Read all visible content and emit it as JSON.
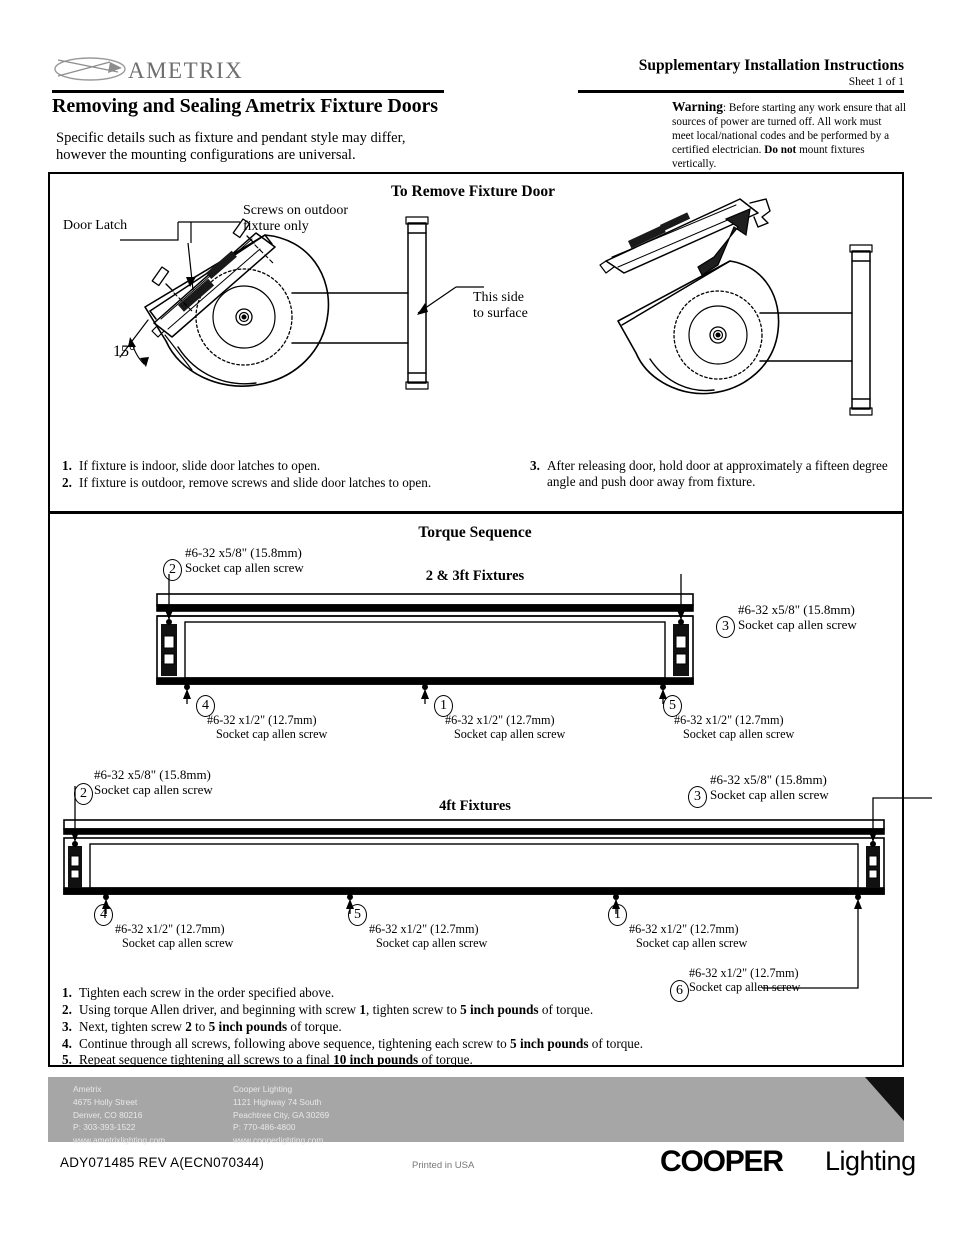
{
  "brand": {
    "logo_text": "AMETRIX",
    "logo_icon": "ametrix-swoosh-logo"
  },
  "header": {
    "doc_title": "Removing and Sealing Ametrix Fixture Doors",
    "intro_line1": "Specific details such as fixture and pendant style may differ,",
    "intro_line2": "however the mounting configurations are universal.",
    "supplementary_title": "Supplementary Installation Instructions",
    "sheet_label": "Sheet 1 of 1",
    "warning_word": "Warning",
    "warning_text": ": Before starting any work ensure that all sources of power are turned off.  All work must meet local/national codes and be performed by a certified electrician. ",
    "warning_bold_tail": "Do not",
    "warning_tail": " mount fixtures vertically."
  },
  "remove_section": {
    "title": "To Remove Fixture Door",
    "labels": {
      "door_latch": "Door Latch",
      "screws_line1": "Screws on outdoor",
      "screws_line2": "fixture only",
      "angle": "15",
      "angle_symbol": "°",
      "surface_line1": "This side",
      "surface_line2": "to surface"
    },
    "steps_left": [
      {
        "num": "1.",
        "text": "If fixture is indoor, slide door latches to open."
      },
      {
        "num": "2.",
        "text": "If fixture is outdoor, remove screws and slide door latches to open."
      }
    ],
    "steps_right": [
      {
        "num": "3.",
        "text": "After releasing door, hold door at approximately a fifteen degree angle and push door away from fixture."
      }
    ]
  },
  "torque_section": {
    "title": "Torque Sequence",
    "subtitle_23ft": "2 & 3ft Fixtures",
    "subtitle_4ft": "4ft Fixtures",
    "screw_long_line1": "#6-32 x5/8\" (15.8mm)",
    "screw_long_line2": "Socket cap allen screw",
    "screw_short_line1": "#6-32 x1/2\" (12.7mm)",
    "screw_short_line2": "Socket cap allen screw",
    "callouts_23ft": [
      {
        "badge": "2",
        "size": "long",
        "position": "top-left"
      },
      {
        "badge": "3",
        "size": "long",
        "position": "top-right"
      },
      {
        "badge": "4",
        "size": "short",
        "position": "bottom-left"
      },
      {
        "badge": "1",
        "size": "short",
        "position": "bottom-center"
      },
      {
        "badge": "5",
        "size": "short",
        "position": "bottom-right"
      }
    ],
    "callouts_4ft": [
      {
        "badge": "2",
        "size": "long",
        "position": "top-left"
      },
      {
        "badge": "3",
        "size": "long",
        "position": "top-right"
      },
      {
        "badge": "4",
        "size": "short",
        "position": "bottom-left"
      },
      {
        "badge": "5",
        "size": "short",
        "position": "bottom-center-left"
      },
      {
        "badge": "1",
        "size": "short",
        "position": "bottom-center-right"
      },
      {
        "badge": "6",
        "size": "short",
        "position": "bottom-right"
      }
    ],
    "steps": [
      {
        "num": "1.",
        "pre": "Tighten each screw in the order specified above.",
        "b1": "",
        "mid": "",
        "b2": "",
        "post": ""
      },
      {
        "num": "2.",
        "pre": "Using torque Allen driver, and beginning with screw ",
        "b1": "1",
        "mid": ", tighten screw to ",
        "b2": "5 inch pounds",
        "post": " of torque."
      },
      {
        "num": "3.",
        "pre": "Next, tighten screw ",
        "b1": "2",
        "mid": " to ",
        "b2": "5 inch pounds",
        "post": " of torque."
      },
      {
        "num": "4.",
        "pre": "Continue through all screws, following above sequence,  tightening each screw to ",
        "b1": "",
        "mid": "",
        "b2": "5 inch pounds",
        "post": " of torque."
      },
      {
        "num": "5.",
        "pre": "Repeat sequence tightening all screws to a final ",
        "b1": "",
        "mid": "",
        "b2": "10 inch pounds",
        "post": " of torque."
      }
    ]
  },
  "footer": {
    "col1": {
      "name": "Ametrix",
      "street": "4675 Holly Street",
      "city": "Denver, CO 80216",
      "phone": "P: 303-393-1522",
      "web": "www.ametrixlighting.com"
    },
    "col2": {
      "name": "Cooper Lighting",
      "street": "1121 Highway 74 South",
      "city": "Peachtree City, GA 30269",
      "phone": "P: 770-486-4800",
      "web": "www.cooperlighting.com"
    },
    "part_number": "ADY071485   REV A(ECN070344)",
    "printed_in": "Printed in USA",
    "cooper_word": "COOPER",
    "lighting_word": "Lighting",
    "band_color": "#a6a6a6"
  }
}
